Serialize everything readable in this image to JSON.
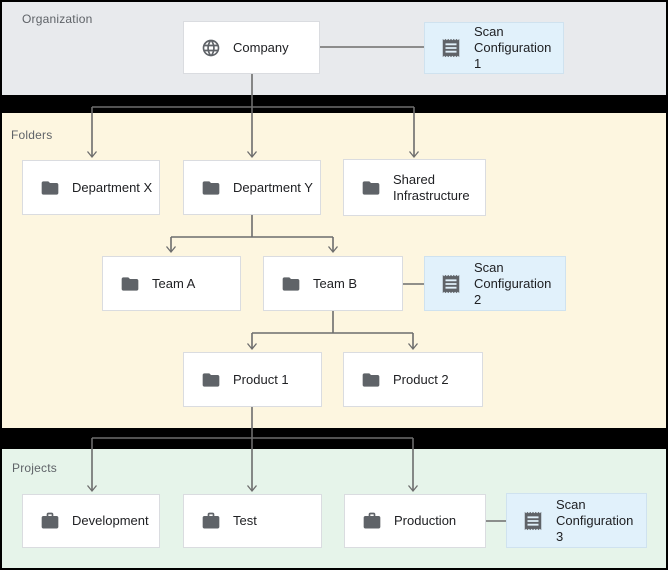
{
  "sections": {
    "organization": {
      "label": "Organization"
    },
    "folders": {
      "label": "Folders"
    },
    "projects": {
      "label": "Projects"
    }
  },
  "nodes": {
    "company": {
      "label": "Company",
      "icon": "globe-icon"
    },
    "department_x": {
      "label": "Department X",
      "icon": "folder-icon"
    },
    "department_y": {
      "label": "Department Y",
      "icon": "folder-icon"
    },
    "shared_infrastructure": {
      "label": "Shared Infrastructure",
      "icon": "folder-icon"
    },
    "team_a": {
      "label": "Team A",
      "icon": "folder-icon"
    },
    "team_b": {
      "label": "Team B",
      "icon": "folder-icon"
    },
    "product_1": {
      "label": "Product 1",
      "icon": "folder-icon"
    },
    "product_2": {
      "label": "Product 2",
      "icon": "folder-icon"
    },
    "development": {
      "label": "Development",
      "icon": "briefcase-icon"
    },
    "test": {
      "label": "Test",
      "icon": "briefcase-icon"
    },
    "production": {
      "label": "Production",
      "icon": "briefcase-icon"
    }
  },
  "scan_configs": {
    "scan_configuration_1": {
      "label": "Scan Configuration 1",
      "icon": "receipt-icon",
      "attached_to": "Company"
    },
    "scan_configuration_2": {
      "label": "Scan Configuration 2",
      "icon": "receipt-icon",
      "attached_to": "Team B"
    },
    "scan_configuration_3": {
      "label": "Scan Configuration 3",
      "icon": "receipt-icon",
      "attached_to": "Production"
    }
  },
  "colors": {
    "organization_bg": "#e8eaed",
    "folders_bg": "#fdf6e0",
    "projects_bg": "#e6f4ea",
    "scan_config_bg": "#e1f1fb",
    "node_bg": "#ffffff",
    "node_border": "#dadce0",
    "connector": "#6d6d6d",
    "icon": "#5f6368",
    "text": "#202124",
    "section_label_text": "#5f6368",
    "divider": "#000000"
  }
}
